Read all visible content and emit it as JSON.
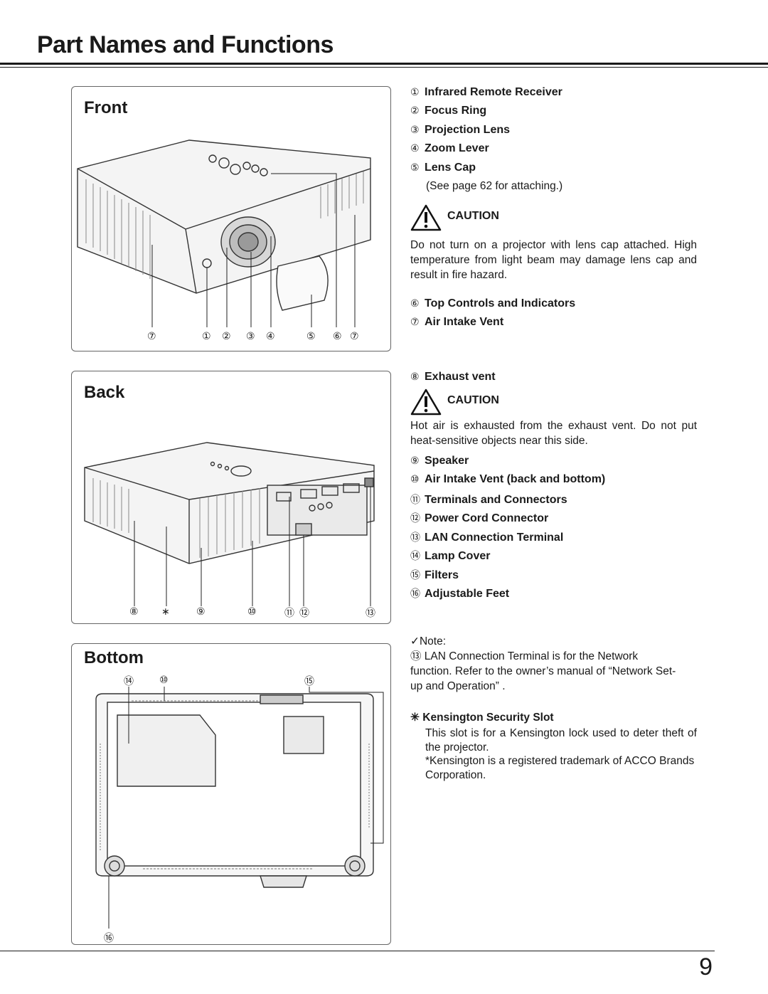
{
  "page": {
    "title": "Part Names and Functions",
    "number": "9"
  },
  "front": {
    "heading": "Front",
    "callouts": [
      "⑦",
      "①",
      "②",
      "③",
      "④",
      "⑤",
      "⑥",
      "⑦"
    ],
    "items": [
      {
        "num": "①",
        "label": "Infrared Remote Receiver"
      },
      {
        "num": "②",
        "label": "Focus Ring"
      },
      {
        "num": "③",
        "label": "Projection Lens"
      },
      {
        "num": "④",
        "label": "Zoom Lever"
      },
      {
        "num": "⑤",
        "label": "Lens Cap"
      }
    ],
    "lens_cap_note": "(See page 62 for attaching.)",
    "caution_label": "CAUTION",
    "caution_text": "Do not turn on a projector with lens cap attached. High temperature from light beam may damage lens cap and result in fire hazard.",
    "items2": [
      {
        "num": "⑥",
        "label": "Top Controls and Indicators"
      },
      {
        "num": "⑦",
        "label": "Air Intake Vent"
      }
    ]
  },
  "back": {
    "heading": "Back",
    "callouts": [
      "⑧",
      "∗",
      "⑨",
      "⑩",
      "⑪",
      "⑫",
      "⑬"
    ],
    "item_exhaust": {
      "num": "⑧",
      "label": "Exhaust vent"
    },
    "caution_label": "CAUTION",
    "caution_text": "Hot air is exhausted from the exhaust vent. Do not put heat-sensitive objects near this side.",
    "items": [
      {
        "num": "⑨",
        "label": "Speaker"
      },
      {
        "num": "⑩",
        "label": "Air Intake Vent (back and bottom)"
      },
      {
        "num": "⑪",
        "label": "Terminals and Connectors"
      },
      {
        "num": "⑫",
        "label": "Power Cord Connector"
      },
      {
        "num": "⑬",
        "label": "LAN Connection Terminal"
      },
      {
        "num": "⑭",
        "label": "Lamp Cover"
      },
      {
        "num": "⑮",
        "label": "Filters"
      },
      {
        "num": "⑯",
        "label": "Adjustable Feet"
      }
    ]
  },
  "bottom": {
    "heading": "Bottom",
    "callouts": [
      "⑭",
      "⑩",
      "⑮",
      "⑯"
    ]
  },
  "note": {
    "label": "✓Note:",
    "text": "⑬ LAN Connection Terminal is for the Network function. Refer to the owner’s manual of “Network Set-up and Operation” ."
  },
  "kensington": {
    "heading": "✳ Kensington Security Slot",
    "text1": "This slot is for a Kensington lock used to deter theft of the projector.",
    "text2": "*Kensington is a registered trademark of ACCO Brands Corporation."
  }
}
